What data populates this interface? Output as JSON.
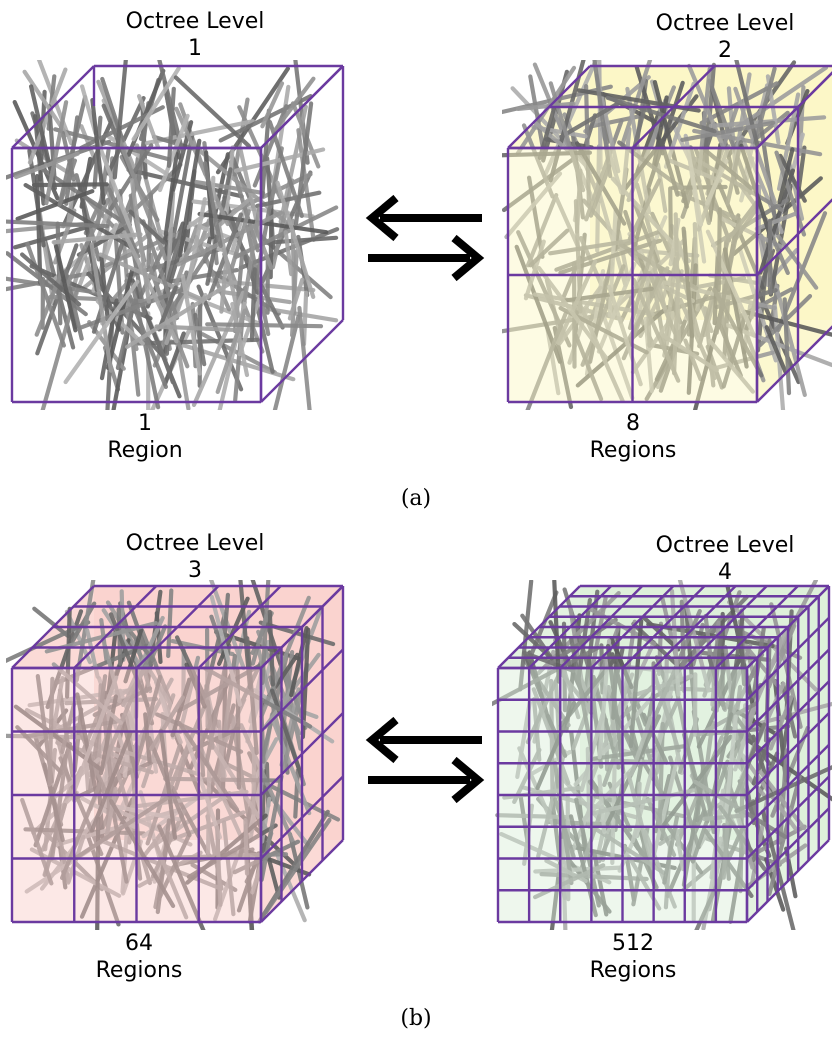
{
  "panel_a": {
    "caption": "(a)",
    "left": {
      "title_line1": "Octree Level",
      "title_line2": "1",
      "count": "1",
      "unit": "Region",
      "fill": "#ffffff",
      "subdivisions": 1
    },
    "right": {
      "title_line1": "Octree Level",
      "title_line2": "2",
      "count": "8",
      "unit": "Regions",
      "fill": "#fbf6c0",
      "subdivisions": 2
    }
  },
  "panel_b": {
    "caption": "(b)",
    "left": {
      "title_line1": "Octree Level",
      "title_line2": "3",
      "count": "64",
      "unit": "Regions",
      "fill": "#f9cdc8",
      "subdivisions": 4
    },
    "right": {
      "title_line1": "Octree Level",
      "title_line2": "4",
      "count": "512",
      "unit": "Regions",
      "fill": "#d9eed6",
      "subdivisions": 8
    }
  },
  "colors": {
    "edge": "#6b3aa0",
    "fiber": "#8a8a8a",
    "arrow": "#000000"
  },
  "icons": {
    "arrows": "bidirectional-arrows-icon"
  }
}
